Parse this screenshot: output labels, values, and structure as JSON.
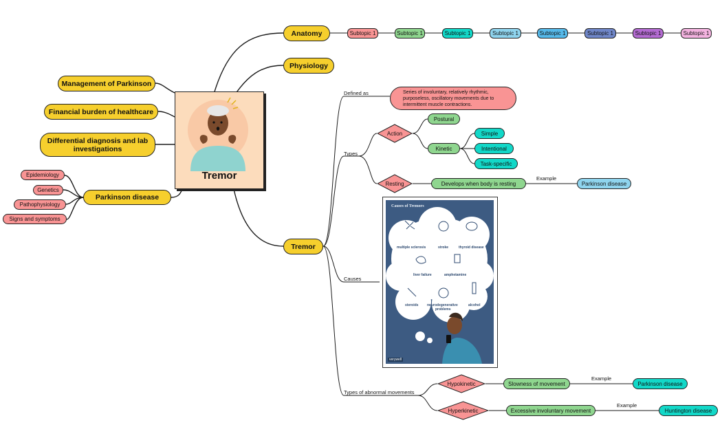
{
  "central": {
    "title": "Tremor"
  },
  "left_nodes": {
    "management": "Management of Parkinson",
    "financial": "Financial burden of healthcare",
    "differential_line1": "Differential diagnosis and lab",
    "differential_line2": "investigations",
    "parkinson": "Parkinson disease"
  },
  "parkinson_children": [
    "Epidemiology",
    "Genetics",
    "Pathophysiology",
    "Signs and symptoms"
  ],
  "anatomy": {
    "title": "Anatomy",
    "subtopics": [
      "Subtopic 1",
      "Subtopic 1",
      "Subtopic 1",
      "Subtopic 1",
      "Subtopic 1",
      "Subtopic 1",
      "Subtopic 1",
      "Subtopic 1"
    ]
  },
  "physiology": {
    "title": "Physiology"
  },
  "tremor": {
    "title": "Tremor",
    "defined_as_label": "Defined as",
    "definition_line1": "Series of involuntary, relatively rhythmic,",
    "definition_line2": "purposeless, oscillatory movements due to",
    "definition_line3": "intermittent muscle contractions.",
    "types_label": "Types",
    "action": "Action",
    "postural": "Postural",
    "kinetic": "Kinetic",
    "simple": "Simple",
    "intentional": "Intentional",
    "task_specific": "Task-specific",
    "resting": "Resting",
    "resting_desc": "Develops when body is resting",
    "example_label": "Example",
    "resting_example": "Parkinson disease",
    "causes_label": "Causes",
    "abnormal_label": "Types of abnormal movements",
    "hypokinetic": "Hypokinetic",
    "hypo_desc": "Slowness of movement",
    "hypo_example": "Parkinson disease",
    "hyperkinetic": "Hyperkinetic",
    "hyper_desc": "Excessive involuntary movement",
    "hyper_example": "Huntington disease"
  },
  "poster": {
    "title": "Causes of Tremors",
    "causes": {
      "ms": "multiple sclerosis",
      "stroke": "stroke",
      "thyroid": "thyroid disease",
      "liver": "liver failure",
      "amph": "amphetamine",
      "steroids": "steroids",
      "neuro1": "neurodegenerative",
      "neuro2": "problems",
      "alcohol": "alcohol"
    },
    "brand": "verywell"
  },
  "colors": {
    "main_node": "#f6cf2d",
    "red": "#f99494",
    "green": "#8fd68f",
    "cyan": "#12d8c8",
    "sky": "#8fd4ee",
    "blue": "#55b9ea",
    "indigo": "#6f86c8",
    "purple": "#b46bd2",
    "pink": "#f4b3e0",
    "central_bg": "#fcdcbc",
    "poster_bg": "#3d5b82"
  }
}
